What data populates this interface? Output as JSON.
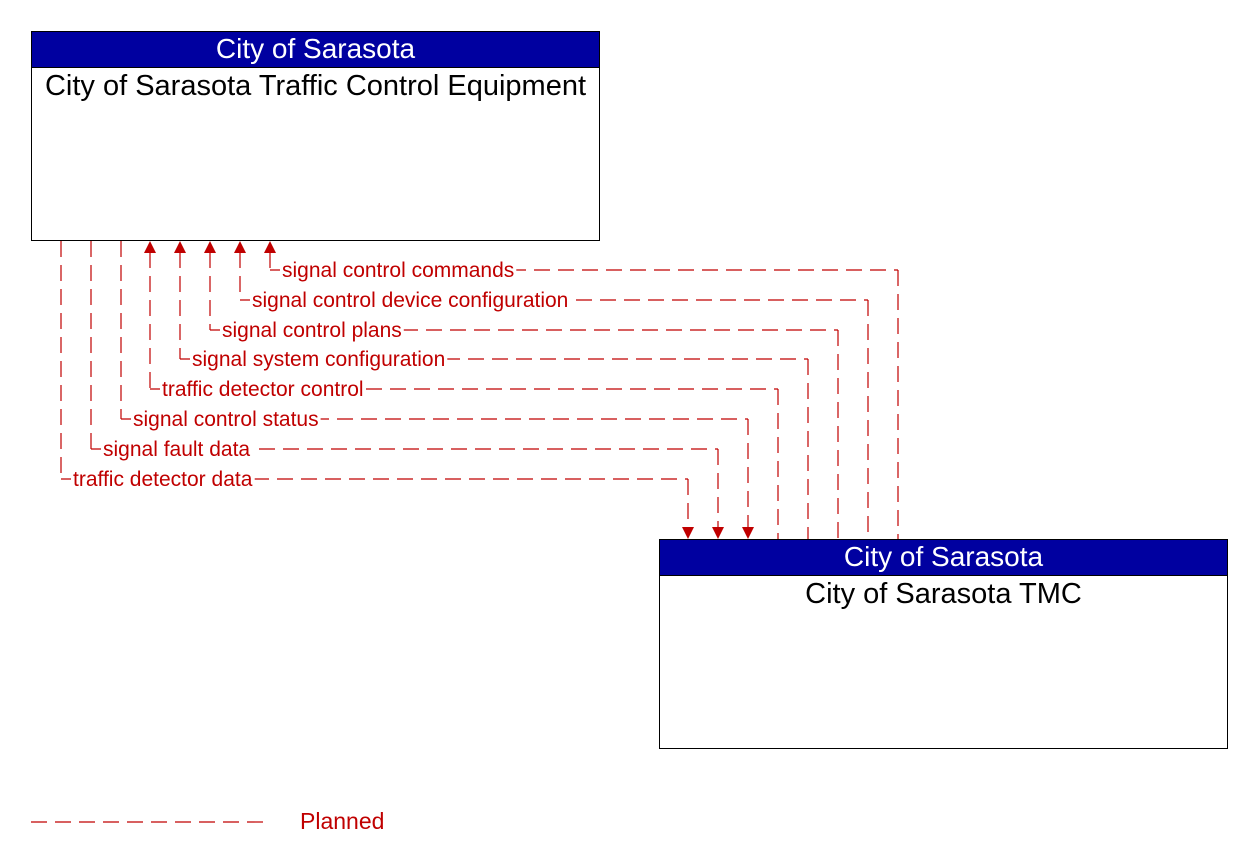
{
  "colors": {
    "header_bg": "#0000a0",
    "flow": "#c00000"
  },
  "nodes": {
    "traffic_control": {
      "owner": "City of Sarasota",
      "name": "City of Sarasota Traffic Control Equipment"
    },
    "tmc": {
      "owner": "City of Sarasota",
      "name": "City of Sarasota TMC"
    }
  },
  "flows": [
    {
      "label": "signal control commands",
      "direction": "to-traffic-control",
      "status": "planned"
    },
    {
      "label": "signal control device configuration",
      "direction": "to-traffic-control",
      "status": "planned"
    },
    {
      "label": "signal control plans",
      "direction": "to-traffic-control",
      "status": "planned"
    },
    {
      "label": "signal system configuration",
      "direction": "to-traffic-control",
      "status": "planned"
    },
    {
      "label": "traffic detector control",
      "direction": "to-traffic-control",
      "status": "planned"
    },
    {
      "label": "signal control status",
      "direction": "to-tmc",
      "status": "planned"
    },
    {
      "label": "signal fault data",
      "direction": "to-tmc",
      "status": "planned"
    },
    {
      "label": "traffic detector data",
      "direction": "to-tmc",
      "status": "planned"
    }
  ],
  "legend": {
    "planned_label": "Planned"
  }
}
